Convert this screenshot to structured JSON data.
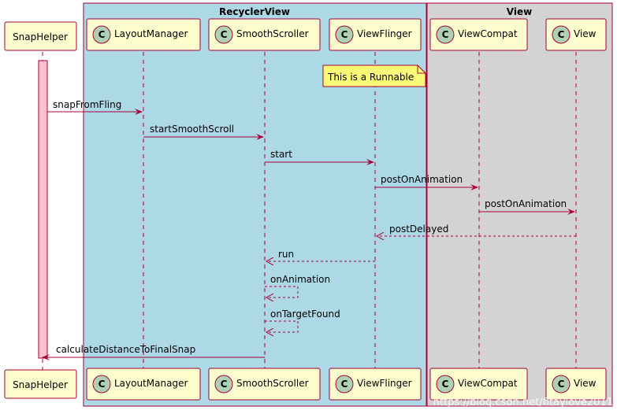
{
  "groups": [
    {
      "title": "RecyclerView",
      "fill": "#add8e6"
    },
    {
      "title": "View",
      "fill": "#d3d3d3"
    }
  ],
  "participants": [
    {
      "id": "snaphelper",
      "label": "SnapHelper",
      "stereotype": ""
    },
    {
      "id": "layoutmanager",
      "label": "LayoutManager",
      "stereotype": "C"
    },
    {
      "id": "smoothscroller",
      "label": "SmoothScroller",
      "stereotype": "C"
    },
    {
      "id": "viewflinger",
      "label": "ViewFlinger",
      "stereotype": "C"
    },
    {
      "id": "viewcompat",
      "label": "ViewCompat",
      "stereotype": "C"
    },
    {
      "id": "view",
      "label": "View",
      "stereotype": "C"
    }
  ],
  "note": {
    "text": "This is a Runnable",
    "attached_to": "viewflinger"
  },
  "messages": [
    {
      "from": "snaphelper",
      "to": "layoutmanager",
      "label": "snapFromFling",
      "style": "solid"
    },
    {
      "from": "layoutmanager",
      "to": "smoothscroller",
      "label": "startSmoothScroll",
      "style": "solid"
    },
    {
      "from": "smoothscroller",
      "to": "viewflinger",
      "label": "start",
      "style": "solid"
    },
    {
      "from": "viewflinger",
      "to": "viewcompat",
      "label": "postOnAnimation",
      "style": "solid"
    },
    {
      "from": "viewcompat",
      "to": "view",
      "label": "postOnAnimation",
      "style": "solid"
    },
    {
      "from": "view",
      "to": "viewflinger",
      "label": "postDelayed",
      "style": "dashed"
    },
    {
      "from": "viewflinger",
      "to": "smoothscroller",
      "label": "run",
      "style": "dashed"
    },
    {
      "from": "smoothscroller",
      "to": "smoothscroller",
      "label": "onAnimation",
      "style": "dashed"
    },
    {
      "from": "smoothscroller",
      "to": "smoothscroller",
      "label": "onTargetFound",
      "style": "dashed"
    },
    {
      "from": "smoothscroller",
      "to": "snaphelper",
      "label": "calculateDistanceToFinalSnap",
      "style": "solid"
    }
  ],
  "watermark": "https://blog.csdn.net/fitaylove2011",
  "colors": {
    "participant_fill": "#fefece",
    "participant_border": "#a80036",
    "circle_fill": "#add1b2",
    "activation_fill": "#ffc0cb",
    "note_fill": "#fbfb77",
    "arrow": "#a80036"
  }
}
